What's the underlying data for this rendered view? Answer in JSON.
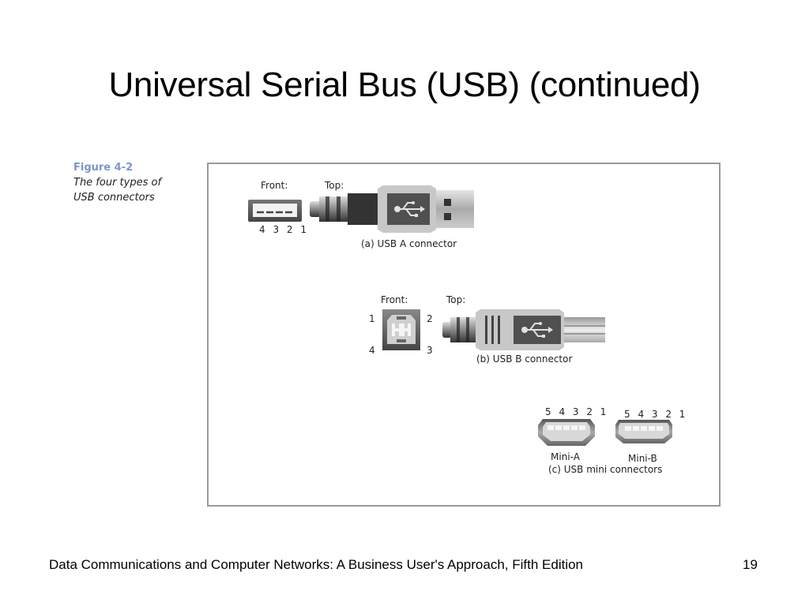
{
  "slide": {
    "title": "Universal Serial Bus (USB) (continued)",
    "footer": "Data Communications and Computer Networks: A Business User's Approach, Fifth Edition",
    "page_number": "19"
  },
  "figure": {
    "number": "Figure 4-2",
    "description_line1": "The four types of",
    "description_line2": "USB connectors",
    "usb_a": {
      "front_label": "Front:",
      "top_label": "Top:",
      "pin_numbers": "4 3 2 1",
      "caption": "(a) USB A connector",
      "icon": "usb-trident-icon"
    },
    "usb_b": {
      "front_label": "Front:",
      "top_label": "Top:",
      "pin_1": "1",
      "pin_2": "2",
      "pin_3": "3",
      "pin_4": "4",
      "caption": "(b) USB B connector",
      "icon": "usb-trident-icon"
    },
    "usb_mini": {
      "mini_a_pins": "5 4 3 2 1",
      "mini_b_pins": "5 4 3 2 1",
      "mini_a_label": "Mini-A",
      "mini_b_label": "Mini-B",
      "caption": "(c) USB mini connectors"
    }
  },
  "colors": {
    "figure_number": "#7f96c2",
    "connector_body": "#c8c8c8",
    "connector_dark": "#555555",
    "figure_border": "#9a9a9a"
  }
}
